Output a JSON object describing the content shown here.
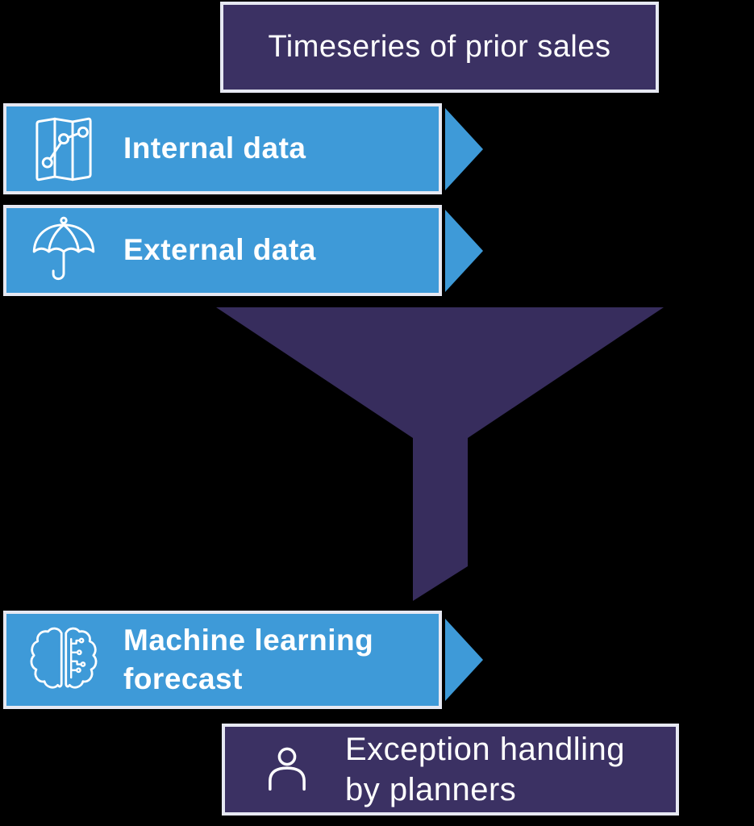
{
  "diagram": {
    "title_box": {
      "label": "Timeseries of prior sales"
    },
    "input_boxes": [
      {
        "id": "internal",
        "label": "Internal data",
        "icon": "folded-map-chart-icon"
      },
      {
        "id": "external",
        "label": "External data",
        "icon": "umbrella-icon"
      }
    ],
    "ml_box": {
      "line1": "Machine learning",
      "line2": "forecast",
      "icon": "brain-circuit-icon"
    },
    "output_box": {
      "line1": "Exception handling",
      "line2": "by planners",
      "icon": "person-icon"
    },
    "shapes": {
      "funnel": "funnel-shape",
      "arrows": "flow-arrow-right"
    },
    "colors": {
      "blue": "#3E9AD8",
      "dark_purple_box": "#3B3163",
      "funnel_purple": "#372D5D",
      "border": "#E6E8F2",
      "text": "#FFFFFF",
      "background": "#000000"
    }
  }
}
